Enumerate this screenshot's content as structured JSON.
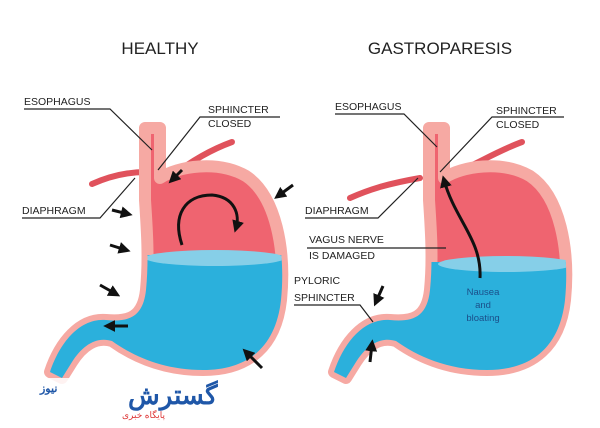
{
  "healthy": {
    "title": "HEALTHY",
    "labels": {
      "esophagus": "ESOPHAGUS",
      "sphincter_line1": "SPHINCTER",
      "sphincter_line2": "CLOSED",
      "diaphragm": "DIAPHRAGM"
    }
  },
  "gastroparesis": {
    "title": "GASTROPARESIS",
    "labels": {
      "esophagus": "ESOPHAGUS",
      "sphincter_line1": "SPHINCTER",
      "sphincter_line2": "CLOSED",
      "diaphragm": "DIAPHRAGM",
      "vagus_line1": "VAGUS NERVE",
      "vagus_line2": "IS DAMAGED",
      "pyloric_line1": "PYLORIC",
      "pyloric_line2": "SPHINCTER"
    },
    "note": [
      "Nausea",
      "and",
      "bloating"
    ]
  },
  "watermark": {
    "name": "گسترش نیوز",
    "tagline": "پایگاه خبری"
  },
  "colors": {
    "wall": "#f6a9a3",
    "inner": "#ef6470",
    "fluid": "#2bb0dc",
    "fluid_top": "#86cfe8",
    "diaphragm": "#e0525c",
    "logo": "#1f57a8",
    "logo_tag": "#d33"
  }
}
